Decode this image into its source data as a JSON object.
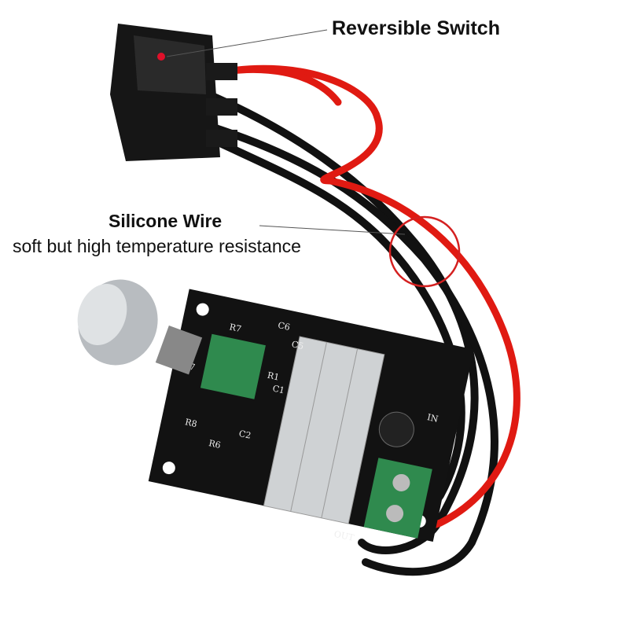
{
  "annotations": {
    "switch": "Reversible Switch",
    "wire_title": "Silicone Wire",
    "wire_subtitle": "soft but high temperature resistance"
  },
  "pcb_labels": {
    "c6": "C6",
    "c5": "C5",
    "r7": "R7",
    "d7": "D7",
    "r8": "R8",
    "r6": "R6",
    "c2": "C2",
    "r1": "R1",
    "c1": "C1",
    "in": "IN",
    "out": "OUT"
  },
  "colors": {
    "highlight_circle": "#d42020",
    "red_wire": "#e01a12",
    "black_wire": "#111111",
    "pcb": "#121212",
    "terminal_block": "#2f8a4e",
    "switch_dot": "#e0102a"
  }
}
